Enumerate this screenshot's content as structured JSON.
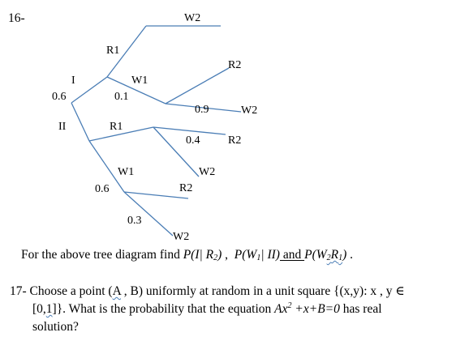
{
  "problem16": {
    "number": "16-",
    "labels": {
      "w2_top": "W2",
      "r1_upper": "R1",
      "r2_upper": "R2",
      "i": "I",
      "w1_upper": "W1",
      "p_06_upper": "0.6",
      "p_01": "0.1",
      "p_09": "0.9",
      "w2_mid": "W2",
      "ii": "II",
      "r1_lower": "R1",
      "p_04": "0.4",
      "r2_mid": "R2",
      "w1_lower": "W1",
      "w2_lower": "W2",
      "p_06_lower": "0.6",
      "r2_lower": "R2",
      "p_03": "0.3",
      "w2_bottom": "W2"
    },
    "question_prefix": "For the above tree diagram find ",
    "expr1": "P(I| R",
    "expr1_sub": "2",
    "expr1_end": ")",
    "sep1": " ,  ",
    "expr2": "P(W",
    "expr2_sub": "1",
    "expr2_end": "| II)",
    "sep2": " and ",
    "expr3": "P(W",
    "expr3_sub1": "2",
    "expr3_mid": "R",
    "expr3_sub2": "1",
    "expr3_end": ")",
    "suffix": " ."
  },
  "problem17": {
    "line1_a": "17- Choose a point (",
    "line1_A": "A",
    "line1_b": " , B) uniformly at random in a unit square {(x,y): x , y ∈",
    "line2_a": "[0,",
    "line2_one": "1",
    "line2_b": "]}. What is the probability that the equation ",
    "eq_ax": "Ax",
    "eq_sup": "2",
    "eq_rest": " +x+B=0",
    "line2_c": " has real",
    "line3": "solution?"
  }
}
